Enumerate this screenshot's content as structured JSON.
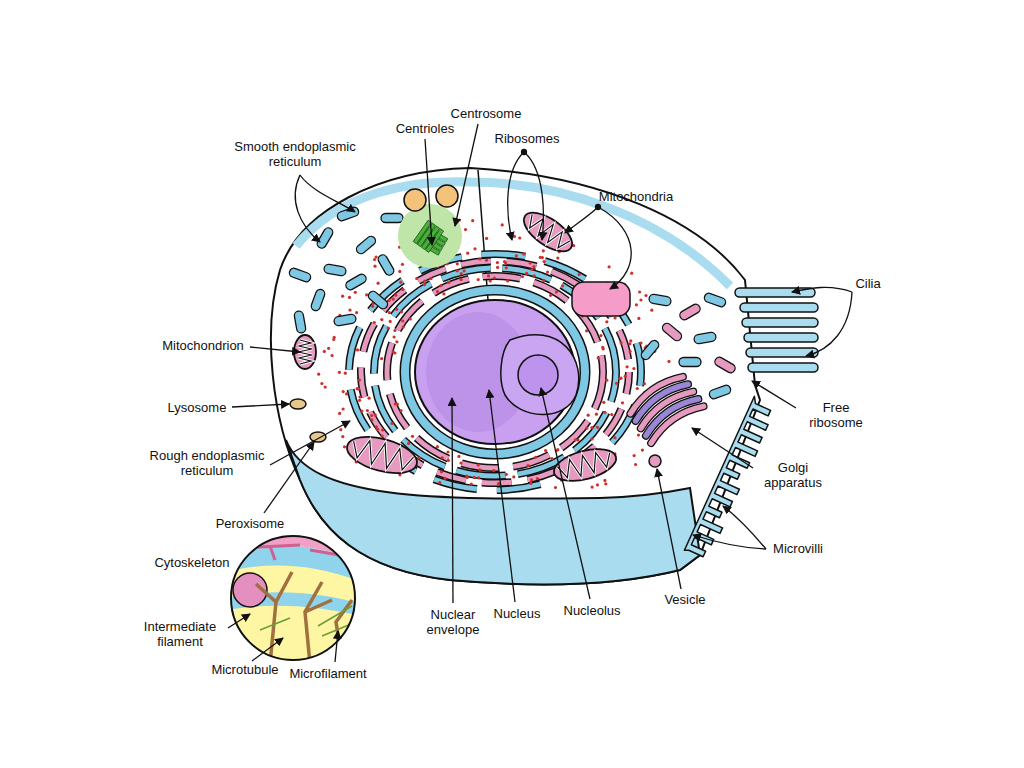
{
  "diagram": {
    "labels": [
      "Centrosome",
      "Centrioles",
      "Ribosomes",
      "Smooth endoplasmic reticulum",
      "Mitochondria",
      "Cilia",
      "Mitochondrion",
      "Free ribosome",
      "Lysosome",
      "Rough endoplasmic reticulum",
      "Golgi apparatus",
      "Peroxisome",
      "Microvilli",
      "Cytoskeleton",
      "Intermediate filament",
      "Microtubule",
      "Microfilament",
      "Nuclear envelope",
      "Nucleus",
      "Nucleolus",
      "Vesicle"
    ]
  }
}
